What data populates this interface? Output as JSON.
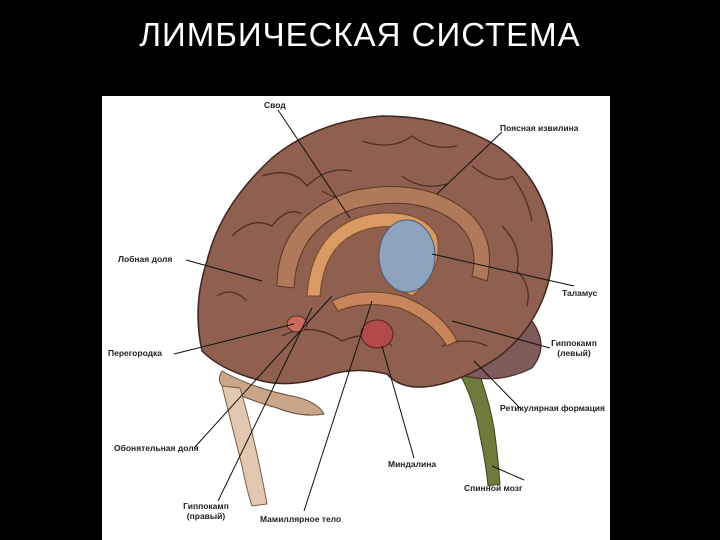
{
  "title": "ЛИМБИЧЕСКАЯ СИСТЕМА",
  "colors": {
    "background": "#000000",
    "title": "#ffffff",
    "brain": "#8f5f4f",
    "fornix": "#d99a64",
    "thalamus": "#8fa3bf",
    "amygdala": "#b34a4a",
    "spinal_cord": "#6f7a3c"
  },
  "labels": {
    "svod": "Свод",
    "poyasnaya": "Поясная извилина",
    "lobnaya": "Лобная доля",
    "talamus": "Таламус",
    "peregorodka": "Перегородка",
    "hippocamp_left_1": "Гиппокамп",
    "hippocamp_left_2": "(левый)",
    "retikulyarnaya": "Ретикулярная формация",
    "obonyatelnaya": "Обонятельная доля",
    "mindalina": "Миндалина",
    "spinnoy_mozg": "Спинной мозг",
    "hippocamp_right_1": "Гиппокамп",
    "hippocamp_right_2": "(правый)",
    "mamillyarnoe": "Мамиллярное тело"
  }
}
